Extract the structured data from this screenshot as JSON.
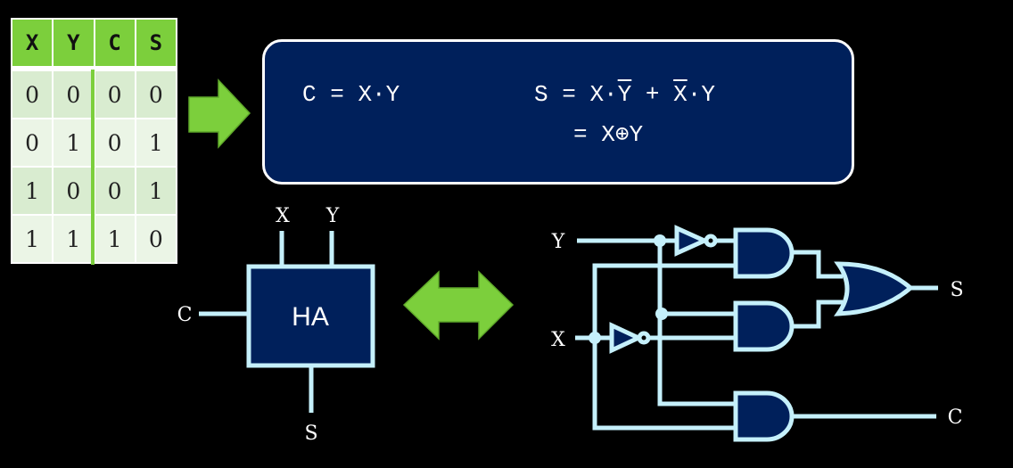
{
  "truth_table": {
    "headers": [
      "X",
      "Y",
      "C",
      "S"
    ],
    "rows": [
      [
        "0",
        "0",
        "0",
        "0"
      ],
      [
        "0",
        "1",
        "0",
        "1"
      ],
      [
        "1",
        "0",
        "0",
        "1"
      ],
      [
        "1",
        "1",
        "1",
        "0"
      ]
    ]
  },
  "equations": {
    "carry_lhs": "C",
    "carry_rhs": "X·Y",
    "sum_lhs": "S",
    "sum_term1_x": "X",
    "sum_term1_ybar": "Y",
    "sum_plus": "+",
    "sum_term2_xbar": "X",
    "sum_term2_y": "Y",
    "sum_xor": "X⊕Y",
    "equals": "="
  },
  "block": {
    "label": "HA",
    "inputs": [
      "X",
      "Y"
    ],
    "carry_output": "C",
    "sum_output": "S"
  },
  "circuit": {
    "input_y": "Y",
    "input_x": "X",
    "output_s": "S",
    "output_c": "C",
    "gates": [
      "NOT",
      "NOT",
      "AND",
      "AND",
      "AND",
      "OR"
    ]
  },
  "colors": {
    "accent_green": "#7ccf3c",
    "navy": "#00205b",
    "wire": "#c5f0fb"
  }
}
